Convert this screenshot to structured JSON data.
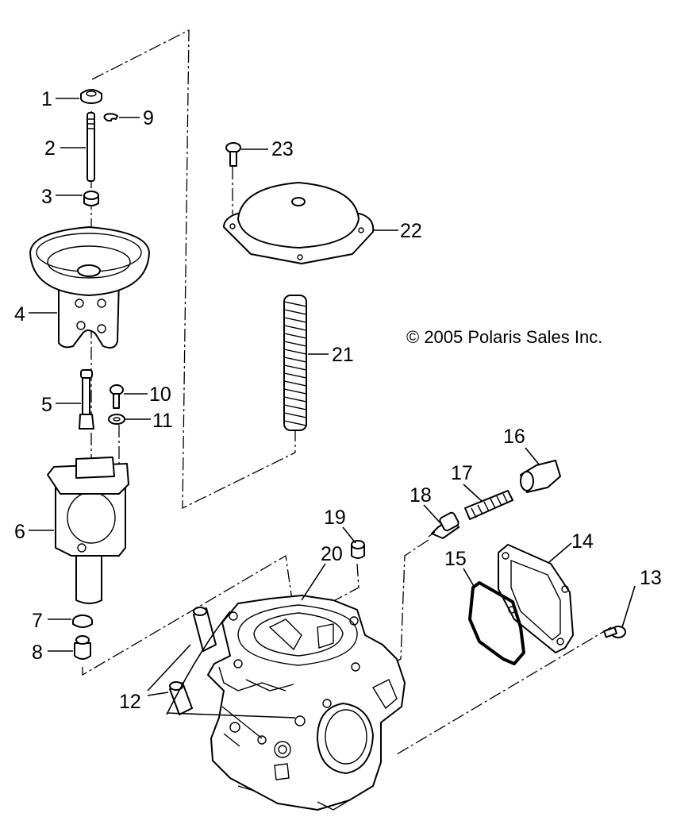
{
  "copyright": "© 2005 Polaris Sales Inc.",
  "callouts": [
    "1",
    "2",
    "3",
    "4",
    "5",
    "6",
    "7",
    "8",
    "9",
    "10",
    "11",
    "12",
    "13",
    "14",
    "15",
    "16",
    "17",
    "18",
    "19",
    "20",
    "21",
    "22",
    "23"
  ],
  "colors": {
    "line": "#000000",
    "background": "#ffffff"
  }
}
